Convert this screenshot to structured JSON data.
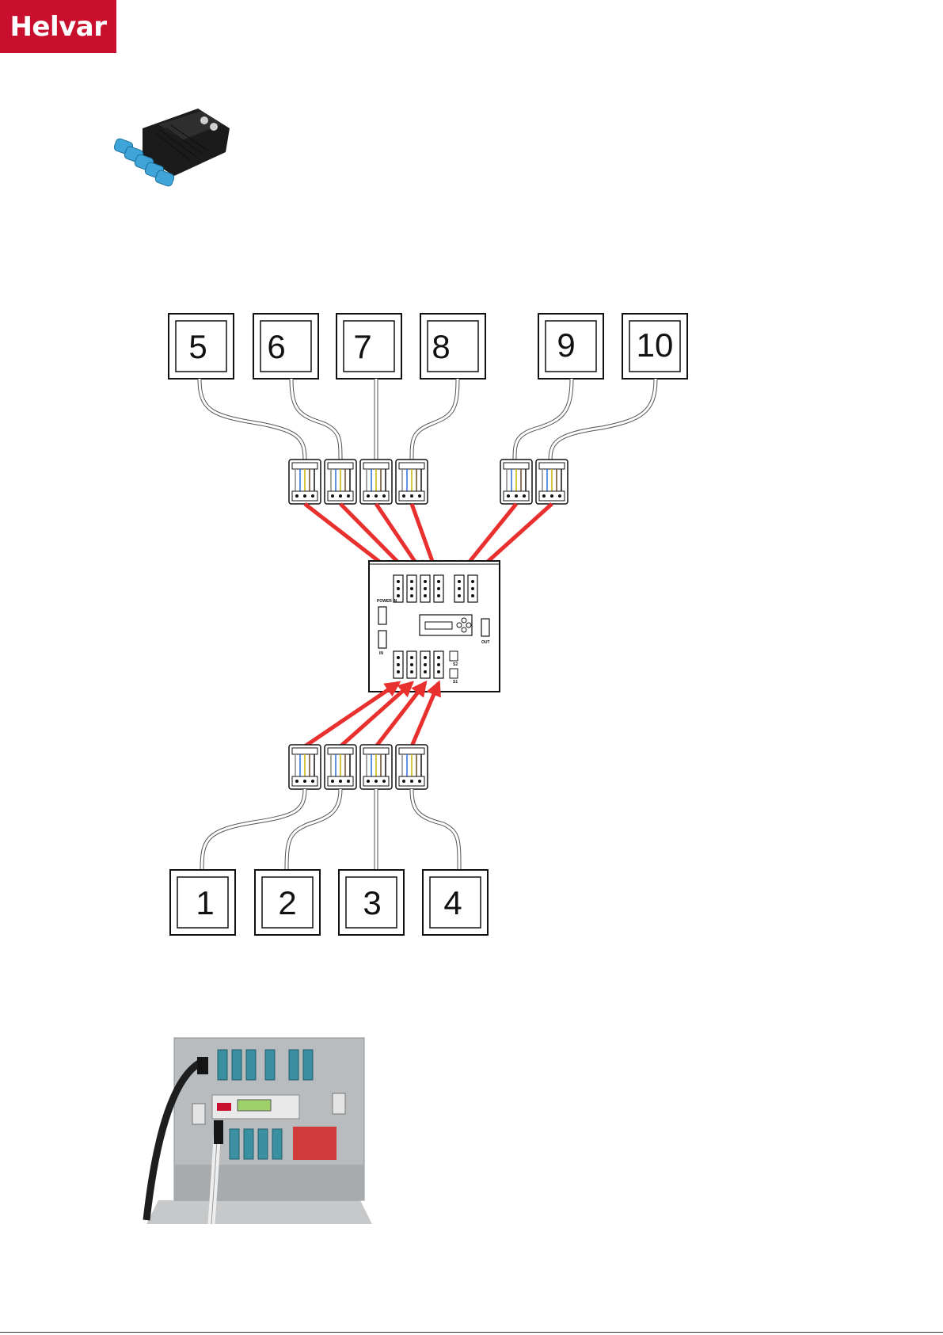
{
  "brand": {
    "logo_text": "Helvar",
    "logo_color": "#c8102e"
  },
  "diagram": {
    "top_outputs": [
      "5",
      "6",
      "7",
      "8",
      "9",
      "10"
    ],
    "bottom_outputs": [
      "1",
      "2",
      "3",
      "4"
    ],
    "unit_labels": {
      "power_in": "POWER IN",
      "top_slot_nums": [
        "5",
        "6",
        "7",
        "8",
        "9",
        "10"
      ],
      "bottom_slot_nums": [
        "1",
        "2",
        "3",
        "4"
      ],
      "in_small": "IN",
      "out_small": "OUT",
      "s1": "S1",
      "s2": "S2"
    },
    "arrow_color": "#e8302f"
  },
  "photos": {
    "connector": "blue-black-plug-connector",
    "control_unit": "switching-control-unit-photo"
  }
}
